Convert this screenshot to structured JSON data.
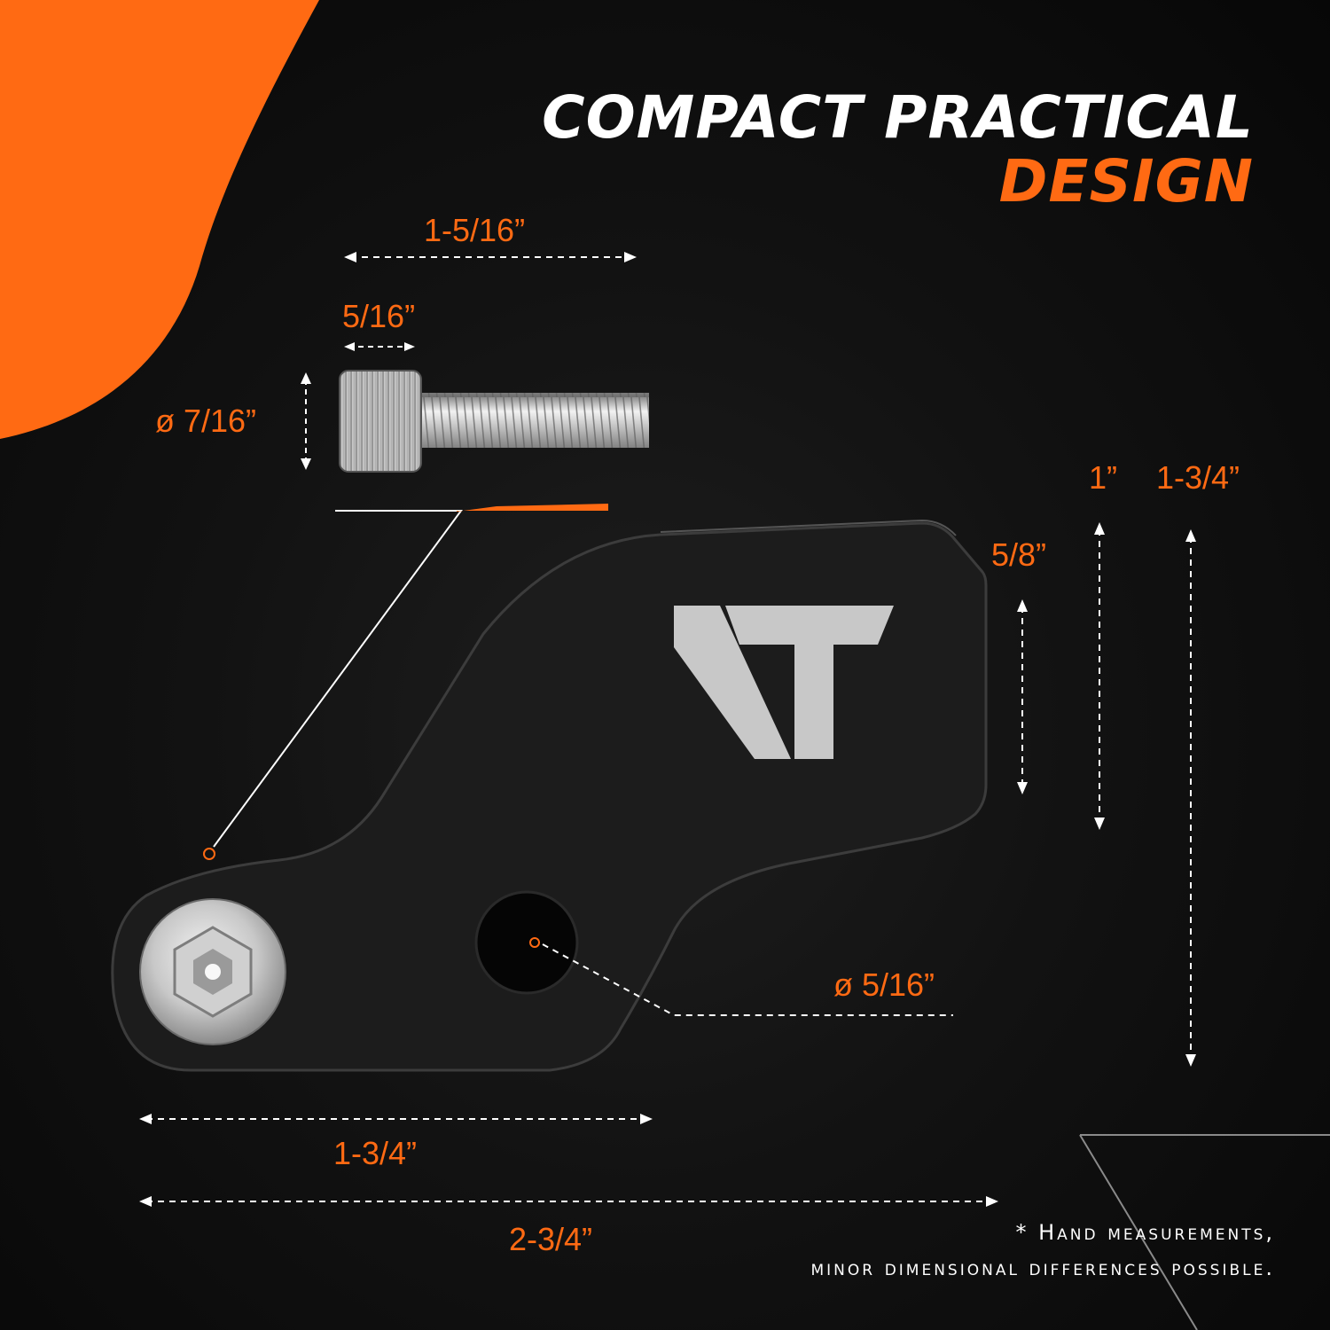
{
  "colors": {
    "accent": "#ff6a13",
    "background": "#0d0d0d",
    "text": "#ffffff"
  },
  "heading": {
    "line1": "COMPACT PRACTICAL",
    "line2": "DESIGN"
  },
  "dimensions": {
    "bolt_length": "1-5/16”",
    "bolt_head_length": "5/16”",
    "bolt_head_diameter": "ø 7/16”",
    "plate_height_a": "1”",
    "plate_height_total": "1-3/4”",
    "plate_tab_height": "5/8”",
    "hole_diameter": "ø 5/16”",
    "plate_length_a": "1-3/4”",
    "plate_length_total": "2-3/4”"
  },
  "footnote": {
    "line1": "* Hand measurements,",
    "line2": "minor dimensional differences possible."
  },
  "icons": {
    "logo": "vt-logo-icon",
    "bolt": "hex-socket-bolt-icon"
  }
}
